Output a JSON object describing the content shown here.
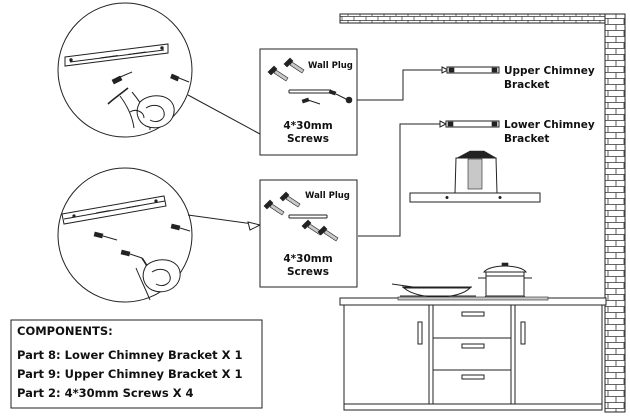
{
  "labels": {
    "wall_plug_top": "Wall Plug",
    "screws_top_line1": "4*30mm",
    "screws_top_line2": "Screws",
    "wall_plug_bottom": "Wall Plug",
    "screws_bottom_line1": "4*30mm",
    "screws_bottom_line2": "Screws",
    "upper_bracket_line1": "Upper Chimney",
    "upper_bracket_line2": "Bracket",
    "lower_bracket_line1": "Lower Chimney",
    "lower_bracket_line2": "Bracket"
  },
  "components": {
    "title": "COMPONENTS:",
    "items": [
      "Part 8:  Lower Chimney Bracket X 1",
      "Part 9:  Upper Chimney Bracket X 1",
      "Part 2:  4*30mm Screws X 4"
    ]
  }
}
